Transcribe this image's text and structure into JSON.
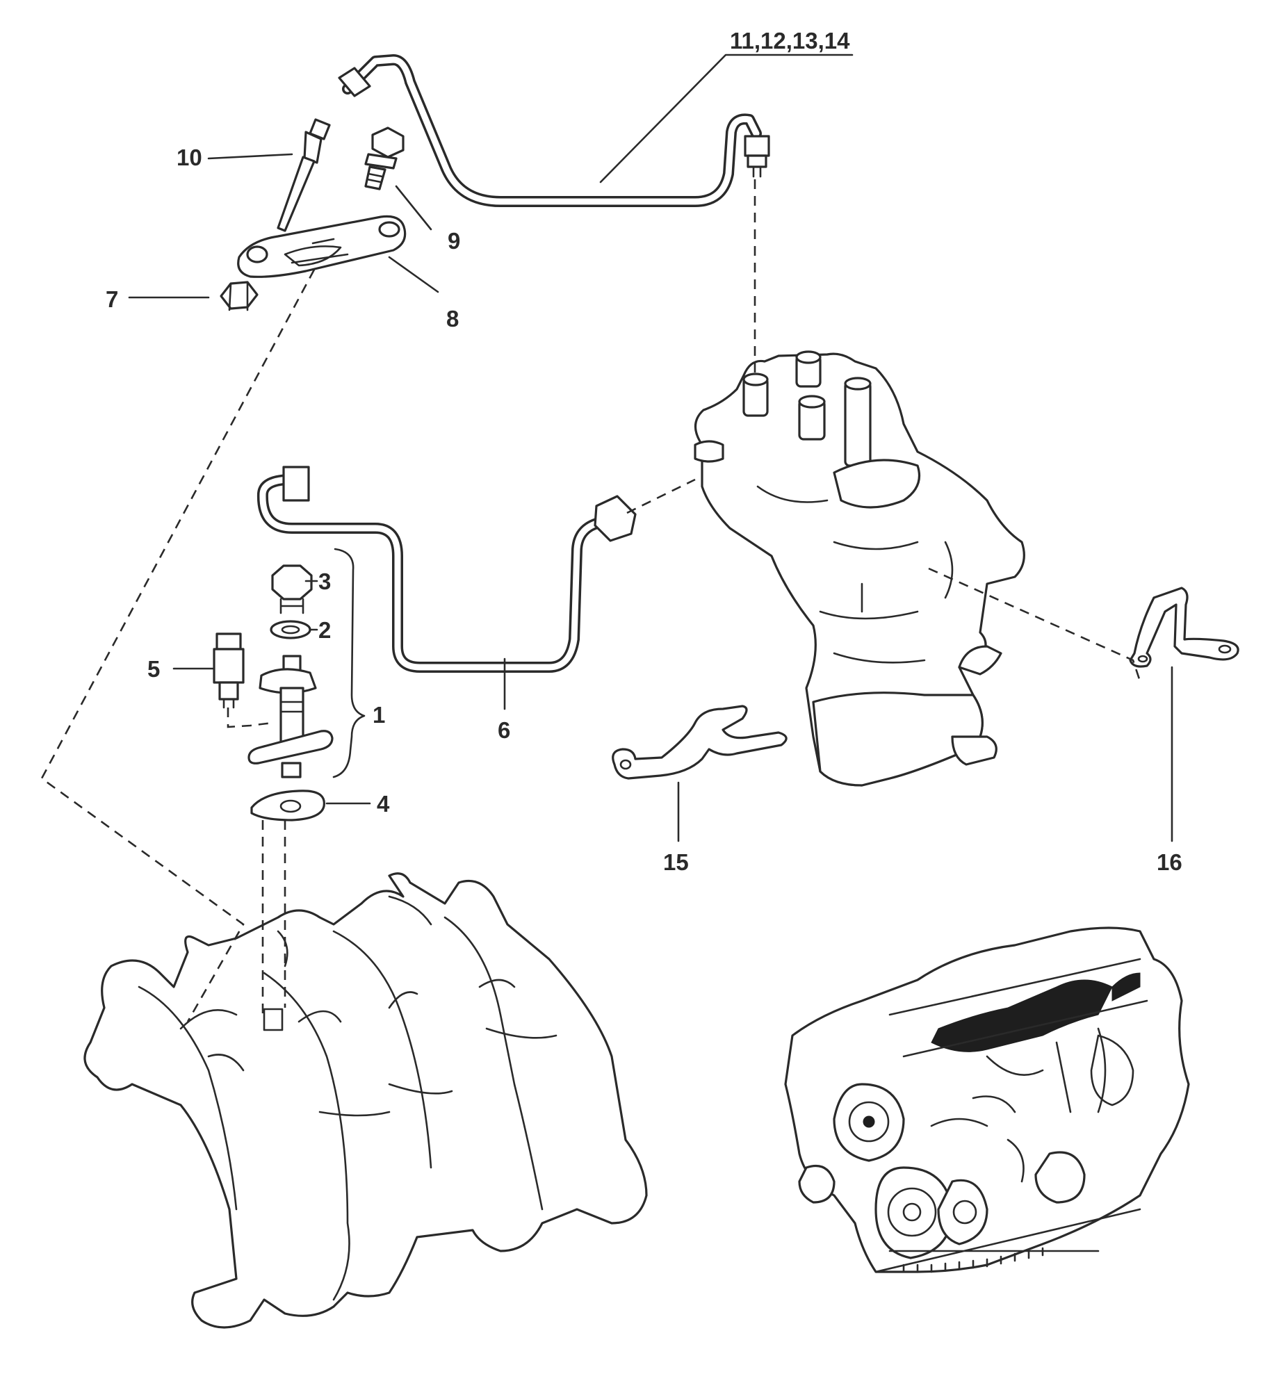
{
  "callouts": {
    "c1": "1",
    "c2": "2",
    "c3": "3",
    "c4": "4",
    "c5": "5",
    "c6": "6",
    "c7": "7",
    "c8": "8",
    "c9": "9",
    "c10": "10",
    "c11_14": "11,12,13,14",
    "c15": "15",
    "c16": "16"
  },
  "colors": {
    "line": "#2a2a2a",
    "background": "#ffffff"
  }
}
